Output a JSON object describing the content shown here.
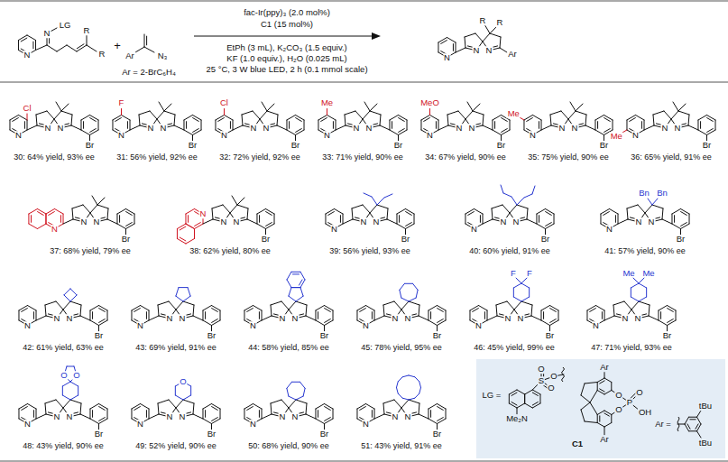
{
  "diagram": {
    "nodes": [
      {
        "text": [
          "LG =",
          "Me₂N",
          "S",
          "O",
          "O",
          "O",
          "O",
          "O",
          "P",
          "O",
          "OH",
          "Ar",
          "Ar",
          "C1",
          "Ar =",
          "tBu",
          "tBu"
        ]
      }
    ],
    "labels": [
      "N",
      "N",
      "LG",
      "R",
      "R",
      "+",
      "Ar",
      "N₃",
      "fac-Ir(ppy)₃ (2.0 mol%)",
      "C1 (15 mol%)",
      "EtPh (3 mL), K₂CO₃ (1.5 equiv.)",
      "KF (1.0 equiv.), H₂O (0.025 mL)",
      "25 °C, 3 W blue LED, 2 h (0.1 mmol scale)",
      "N",
      "N",
      "N",
      "R",
      "R",
      "Ar",
      "Ar = 2-BrC₆H₄",
      "N",
      "N",
      "N",
      "Br",
      "Cl",
      "30: 64% yield, 93% ee",
      "N",
      "N",
      "N",
      "Br",
      "F",
      "31: 56% yield, 92% ee",
      "N",
      "N",
      "N",
      "Br",
      "Cl",
      "32: 72% yield, 92% ee",
      "N",
      "N",
      "N",
      "Br",
      "Me",
      "33: 71% yield, 90% ee",
      "N",
      "N",
      "N",
      "Br",
      "MeO",
      "34: 67% yield, 90% ee",
      "N",
      "N",
      "N",
      "Br",
      "Me",
      "35: 75% yield, 90% ee",
      "N",
      "N",
      "N",
      "Br",
      "Me",
      "36: 65% yield, 91% ee",
      "N",
      "N",
      "N",
      "Br",
      "37: 68% yield, 79% ee",
      "N",
      "N",
      "N",
      "Br",
      "38: 62% yield, 80% ee",
      "N",
      "N",
      "N",
      "Br",
      "39: 56% yield, 93% ee",
      "N",
      "N",
      "N",
      "Br",
      "40: 60% yield, 91% ee",
      "N",
      "N",
      "N",
      "Br",
      "Bn",
      "Bn",
      "41: 57% yield, 90% ee",
      "N",
      "N",
      "N",
      "Br",
      "42: 61% yield, 63% ee",
      "N",
      "N",
      "N",
      "Br",
      "43: 69% yield, 91% ee",
      "N",
      "N",
      "N",
      "Br",
      "44: 58% yield, 85% ee",
      "N",
      "N",
      "N",
      "Br",
      "45: 78% yield, 95% ee",
      "N",
      "N",
      "N",
      "Br",
      "F",
      "F",
      "46: 45% yield, 99% ee",
      "N",
      "N",
      "N",
      "Br",
      "Me",
      "Me",
      "47: 71% yield, 93% ee",
      "N",
      "N",
      "N",
      "Br",
      "O",
      "O",
      "48: 43% yield, 90% ee",
      "N",
      "N",
      "N",
      "Br",
      "O",
      "49: 52% yield, 90% ee",
      "N",
      "N",
      "N",
      "Br",
      "50: 68% yield, 90% ee",
      "N",
      "N",
      "N",
      "Br",
      "51: 43% yield, 91% ee"
    ]
  }
}
